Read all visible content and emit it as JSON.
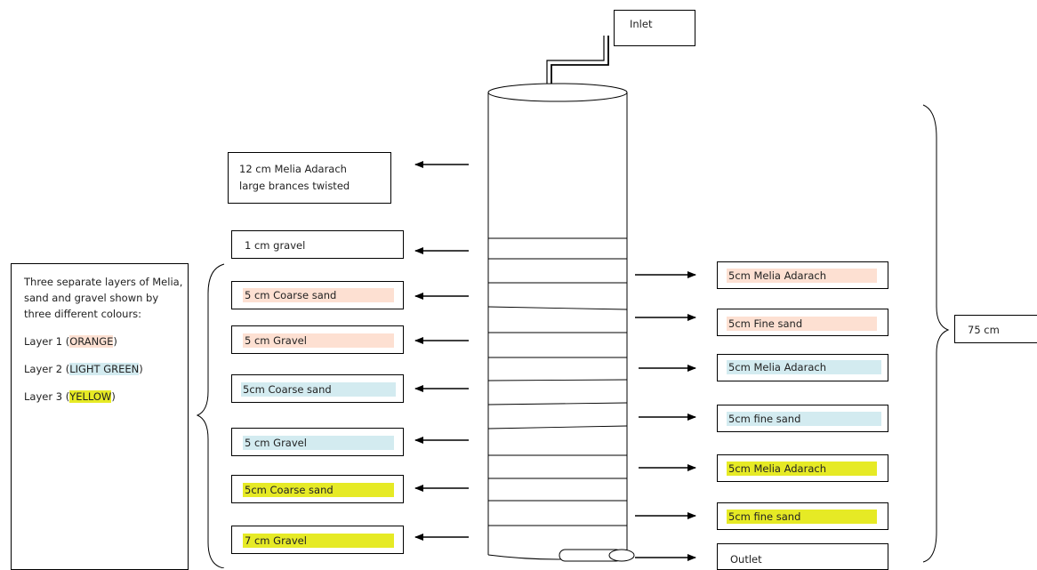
{
  "inlet": "Inlet",
  "outlet": "Outlet",
  "height_label": "75 cm",
  "top_layer": {
    "line1": "12 cm Melia Adarach",
    "line2": "large brances twisted"
  },
  "left_labels": [
    {
      "text": "1 cm gravel",
      "color": "none"
    },
    {
      "text": "5 cm Coarse sand",
      "color": "orange"
    },
    {
      "text": "5 cm Gravel",
      "color": "orange"
    },
    {
      "text": "5cm Coarse sand",
      "color": "blue"
    },
    {
      "text": "5 cm Gravel",
      "color": "blue"
    },
    {
      "text": "5cm Coarse sand",
      "color": "yellow"
    },
    {
      "text": "7 cm Gravel",
      "color": "yellow"
    }
  ],
  "right_labels": [
    {
      "text": "5cm Melia Adarach",
      "color": "orange"
    },
    {
      "text": "5cm Fine sand",
      "color": "orange"
    },
    {
      "text": "5cm Melia Adarach",
      "color": "blue"
    },
    {
      "text": "5cm fine sand",
      "color": "blue"
    },
    {
      "text": "5cm Melia Adarach",
      "color": "yellow"
    },
    {
      "text": "5cm fine sand",
      "color": "yellow"
    }
  ],
  "legend": {
    "intro": "Three separate layers of Melia, sand and gravel shown by three different colours:",
    "layer1_prefix": "Layer 1 (",
    "layer1_color": "ORANGE",
    "layer2_prefix": "Layer 2 (",
    "layer2_color": "LIGHT GREEN",
    "layer3_prefix": "Layer 3 (",
    "layer3_color": "YELLOW",
    "suffix": ")"
  },
  "colors": {
    "orange": "#fde0d2",
    "blue": "#d3ebf0",
    "yellow": "#e6ea25"
  }
}
